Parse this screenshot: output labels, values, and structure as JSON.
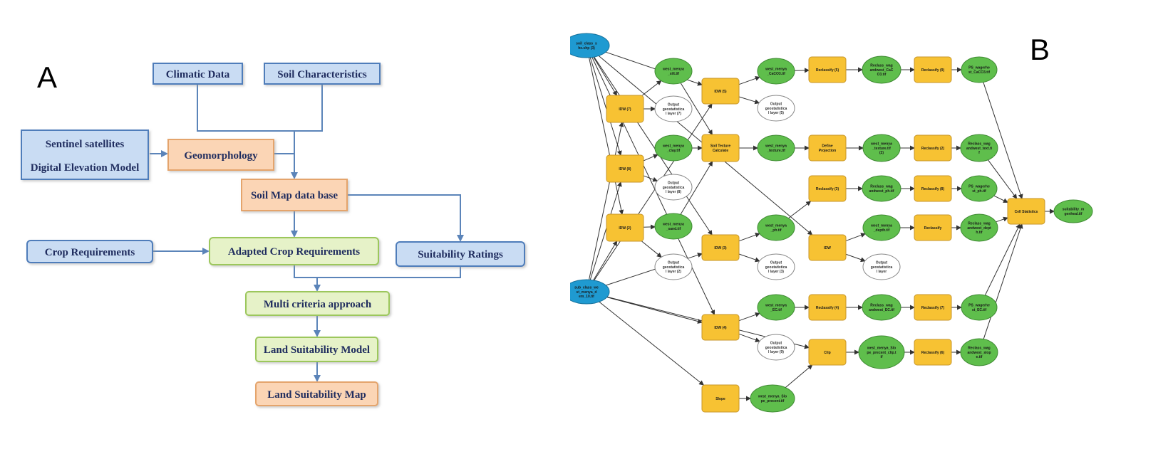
{
  "panel_a": {
    "letter": "A",
    "boxes": {
      "climatic": "Climatic Data",
      "soil_char": "Soil Characteristics",
      "sentinel_1": "Sentinel satellites",
      "sentinel_2": "Digital Elevation Model",
      "geomorph": "Geomorphology",
      "soilmap": "Soil Map data base",
      "crop_req": "Crop Requirements",
      "adapted": "Adapted Crop Requirements",
      "suit_ratings": "Suitability  Ratings",
      "multi": "Multi  criteria  approach",
      "lsmodel": "Land Suitability Model",
      "lsmap": "Land Suitability Map"
    }
  },
  "panel_b": {
    "letter": "B",
    "nodes": {
      "in1": [
        "soil_class_s",
        "he.shp (3)"
      ],
      "in2": [
        "sub_class_we",
        "st_menya_d",
        "em_10.tif"
      ],
      "idw7": [
        "IDW (7)"
      ],
      "idw8": [
        "IDW (8)"
      ],
      "idw2": [
        "IDW (2)"
      ],
      "silt": [
        "west_menya",
        "_silt.tif"
      ],
      "clay": [
        "west_menya",
        "_clay.tif"
      ],
      "sand": [
        "west_menya",
        "_sand.tif"
      ],
      "og7": [
        "Output",
        "geostatistica",
        "l layer (7)"
      ],
      "og8": [
        "Output",
        "geostatistica",
        "l layer (8)"
      ],
      "og2": [
        "Output",
        "geostatistica",
        "l layer (2)"
      ],
      "idw5": [
        "IDW (5)"
      ],
      "stc": [
        "Soil Texture",
        "Calculate"
      ],
      "idw3": [
        "IDW (3)"
      ],
      "idw4": [
        "IDW (4)"
      ],
      "slope": [
        "Slope"
      ],
      "caco3": [
        "west_menya",
        "_CaCO3.tif"
      ],
      "og5": [
        "Output",
        "geostatistica",
        "l layer (5)"
      ],
      "texture": [
        "west_menya",
        "_texture.tif"
      ],
      "ph": [
        "west_menya",
        "_ph.tif"
      ],
      "og3": [
        "Output",
        "geostatistica",
        "l layer (3)"
      ],
      "ec": [
        "west_menya",
        "_EC.tif"
      ],
      "og9": [
        "Output",
        "geostatistica",
        "l layer (9)"
      ],
      "slope_pct": [
        "west_menya_Slo",
        "pe_precent.tif"
      ],
      "reclass5": [
        "Reclassify (5)"
      ],
      "defproj": [
        "Define",
        "Projection"
      ],
      "reclass3": [
        "Reclassify (3)"
      ],
      "idw": [
        "IDW"
      ],
      "reclass4": [
        "Reclassify (4)"
      ],
      "clip": [
        "Clip"
      ],
      "r_caco3": [
        "Reclass_wag",
        "andwest_CaC",
        "O3.tif"
      ],
      "texture2": [
        "west_menya",
        "_texture.tif",
        "(2)"
      ],
      "r_ph": [
        "Reclass_wag",
        "andwest_ph.tif"
      ],
      "depth": [
        "west_menya",
        "_depth.tif"
      ],
      "og_plain": [
        "Output",
        "geostatistica",
        "l layer"
      ],
      "r_ec": [
        "Reclass_wag",
        "andwest_EC.tif"
      ],
      "slope_clip": [
        "west_menya_Slo",
        "pe_precent_clip.t",
        "if"
      ],
      "reclass9": [
        "Reclassify (9)"
      ],
      "reclass2": [
        "Reclassify (2)"
      ],
      "reclass8": [
        "Reclassify (8)"
      ],
      "reclass_plain": [
        "Reclassify"
      ],
      "reclass7": [
        "Reclassify (7)"
      ],
      "reclass6": [
        "Reclassify (6)"
      ],
      "ps_caco3": [
        "PS_wagerhe",
        "st_CaCO3.tif"
      ],
      "r_text": [
        "Reclass_wag",
        "andwest_text.ti",
        "f"
      ],
      "ps_ph": [
        "PS_wagerhe",
        "st_ph.tif"
      ],
      "r_depth": [
        "Reclass_wag",
        "andwest_dept",
        "h.tif"
      ],
      "ps_ec": [
        "PS_wagerhe",
        "st_EC.tif"
      ],
      "r_slop": [
        "Reclass_wag",
        "andwest_slop",
        "e.tif"
      ],
      "cellstats": [
        "Cell Statistics"
      ],
      "suit": [
        "suitability_m",
        "genheal.tif"
      ]
    }
  },
  "colors": {
    "blue_box": "#c9dcf3",
    "blue_border": "#4f7dba",
    "orange_box": "#fbd5b5",
    "orange_border": "#e4a46c",
    "green_box": "#e6f2c8",
    "green_border": "#9cc75c",
    "text_navy": "#1f2c5e",
    "arrow": "#5b84b9",
    "tool_yellow": "#f7c233",
    "data_green": "#5fbe4c",
    "input_blue": "#1f9ad1"
  }
}
